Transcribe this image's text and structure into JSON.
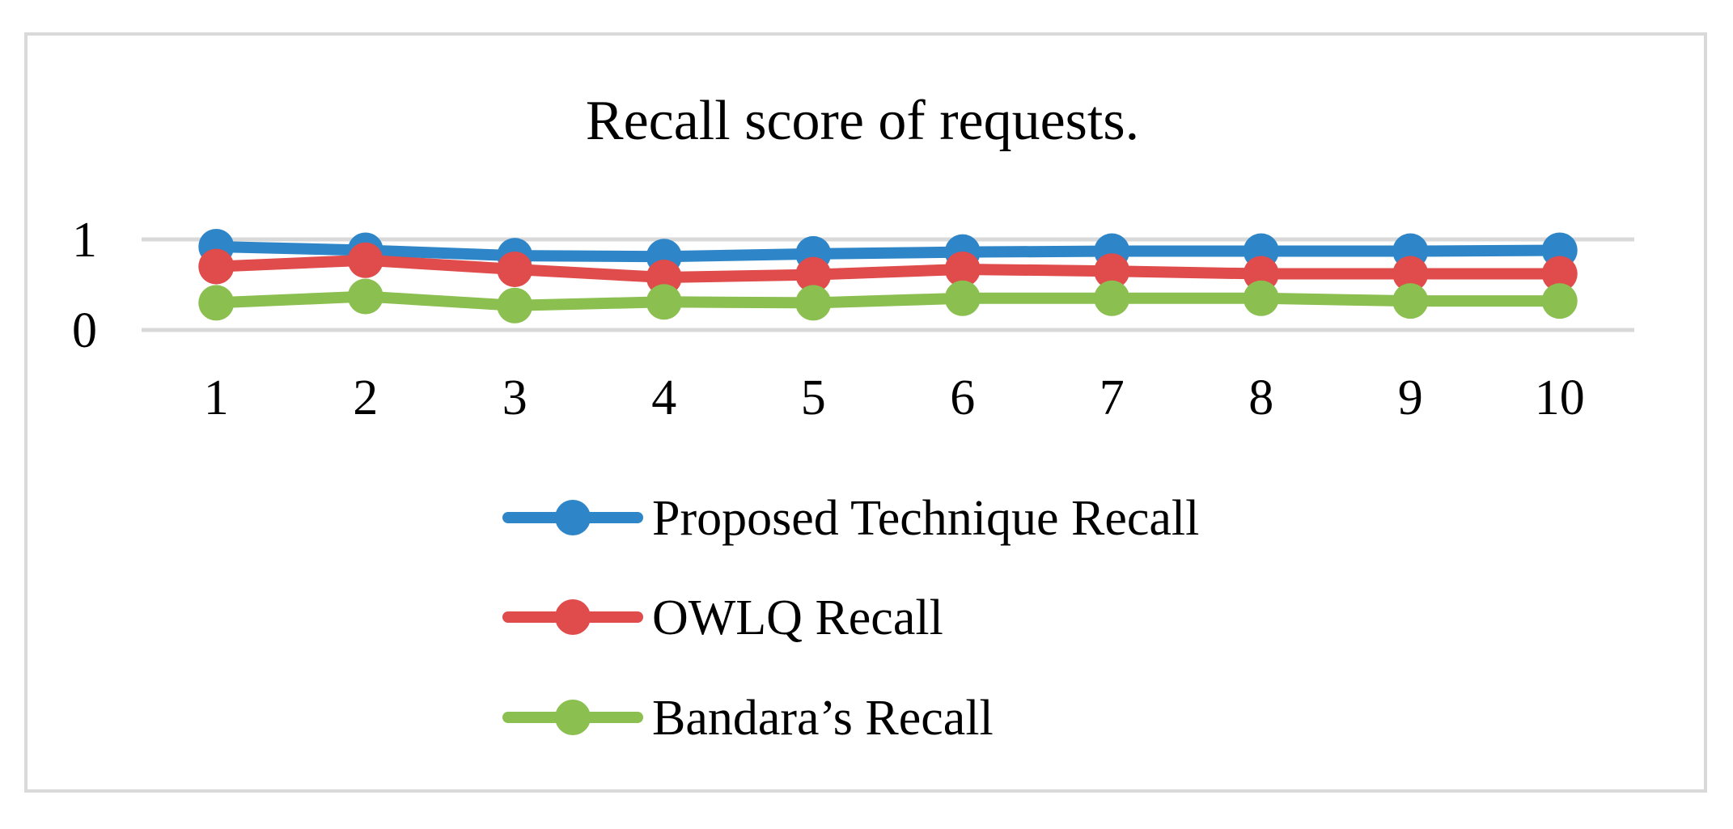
{
  "chart_data": {
    "type": "line",
    "title": "Recall score of  requests.",
    "xlabel": "",
    "ylabel": "",
    "categories": [
      "1",
      "2",
      "3",
      "4",
      "5",
      "6",
      "7",
      "8",
      "9",
      "10"
    ],
    "ylim": [
      0,
      1
    ],
    "yticks": [
      "0",
      "1"
    ],
    "grid": true,
    "legend_position": "bottom",
    "series": [
      {
        "name": "Proposed Technique Recall",
        "color": "#2e86c8",
        "values": [
          0.92,
          0.88,
          0.82,
          0.81,
          0.84,
          0.86,
          0.87,
          0.87,
          0.87,
          0.88
        ]
      },
      {
        "name": "OWLQ Recall",
        "color": "#e04b4b",
        "values": [
          0.7,
          0.77,
          0.67,
          0.58,
          0.61,
          0.67,
          0.65,
          0.62,
          0.62,
          0.62
        ]
      },
      {
        "name": "Bandara’s Recall",
        "color": "#8bbf4f",
        "values": [
          0.3,
          0.37,
          0.27,
          0.31,
          0.3,
          0.35,
          0.35,
          0.35,
          0.32,
          0.32
        ]
      }
    ]
  }
}
